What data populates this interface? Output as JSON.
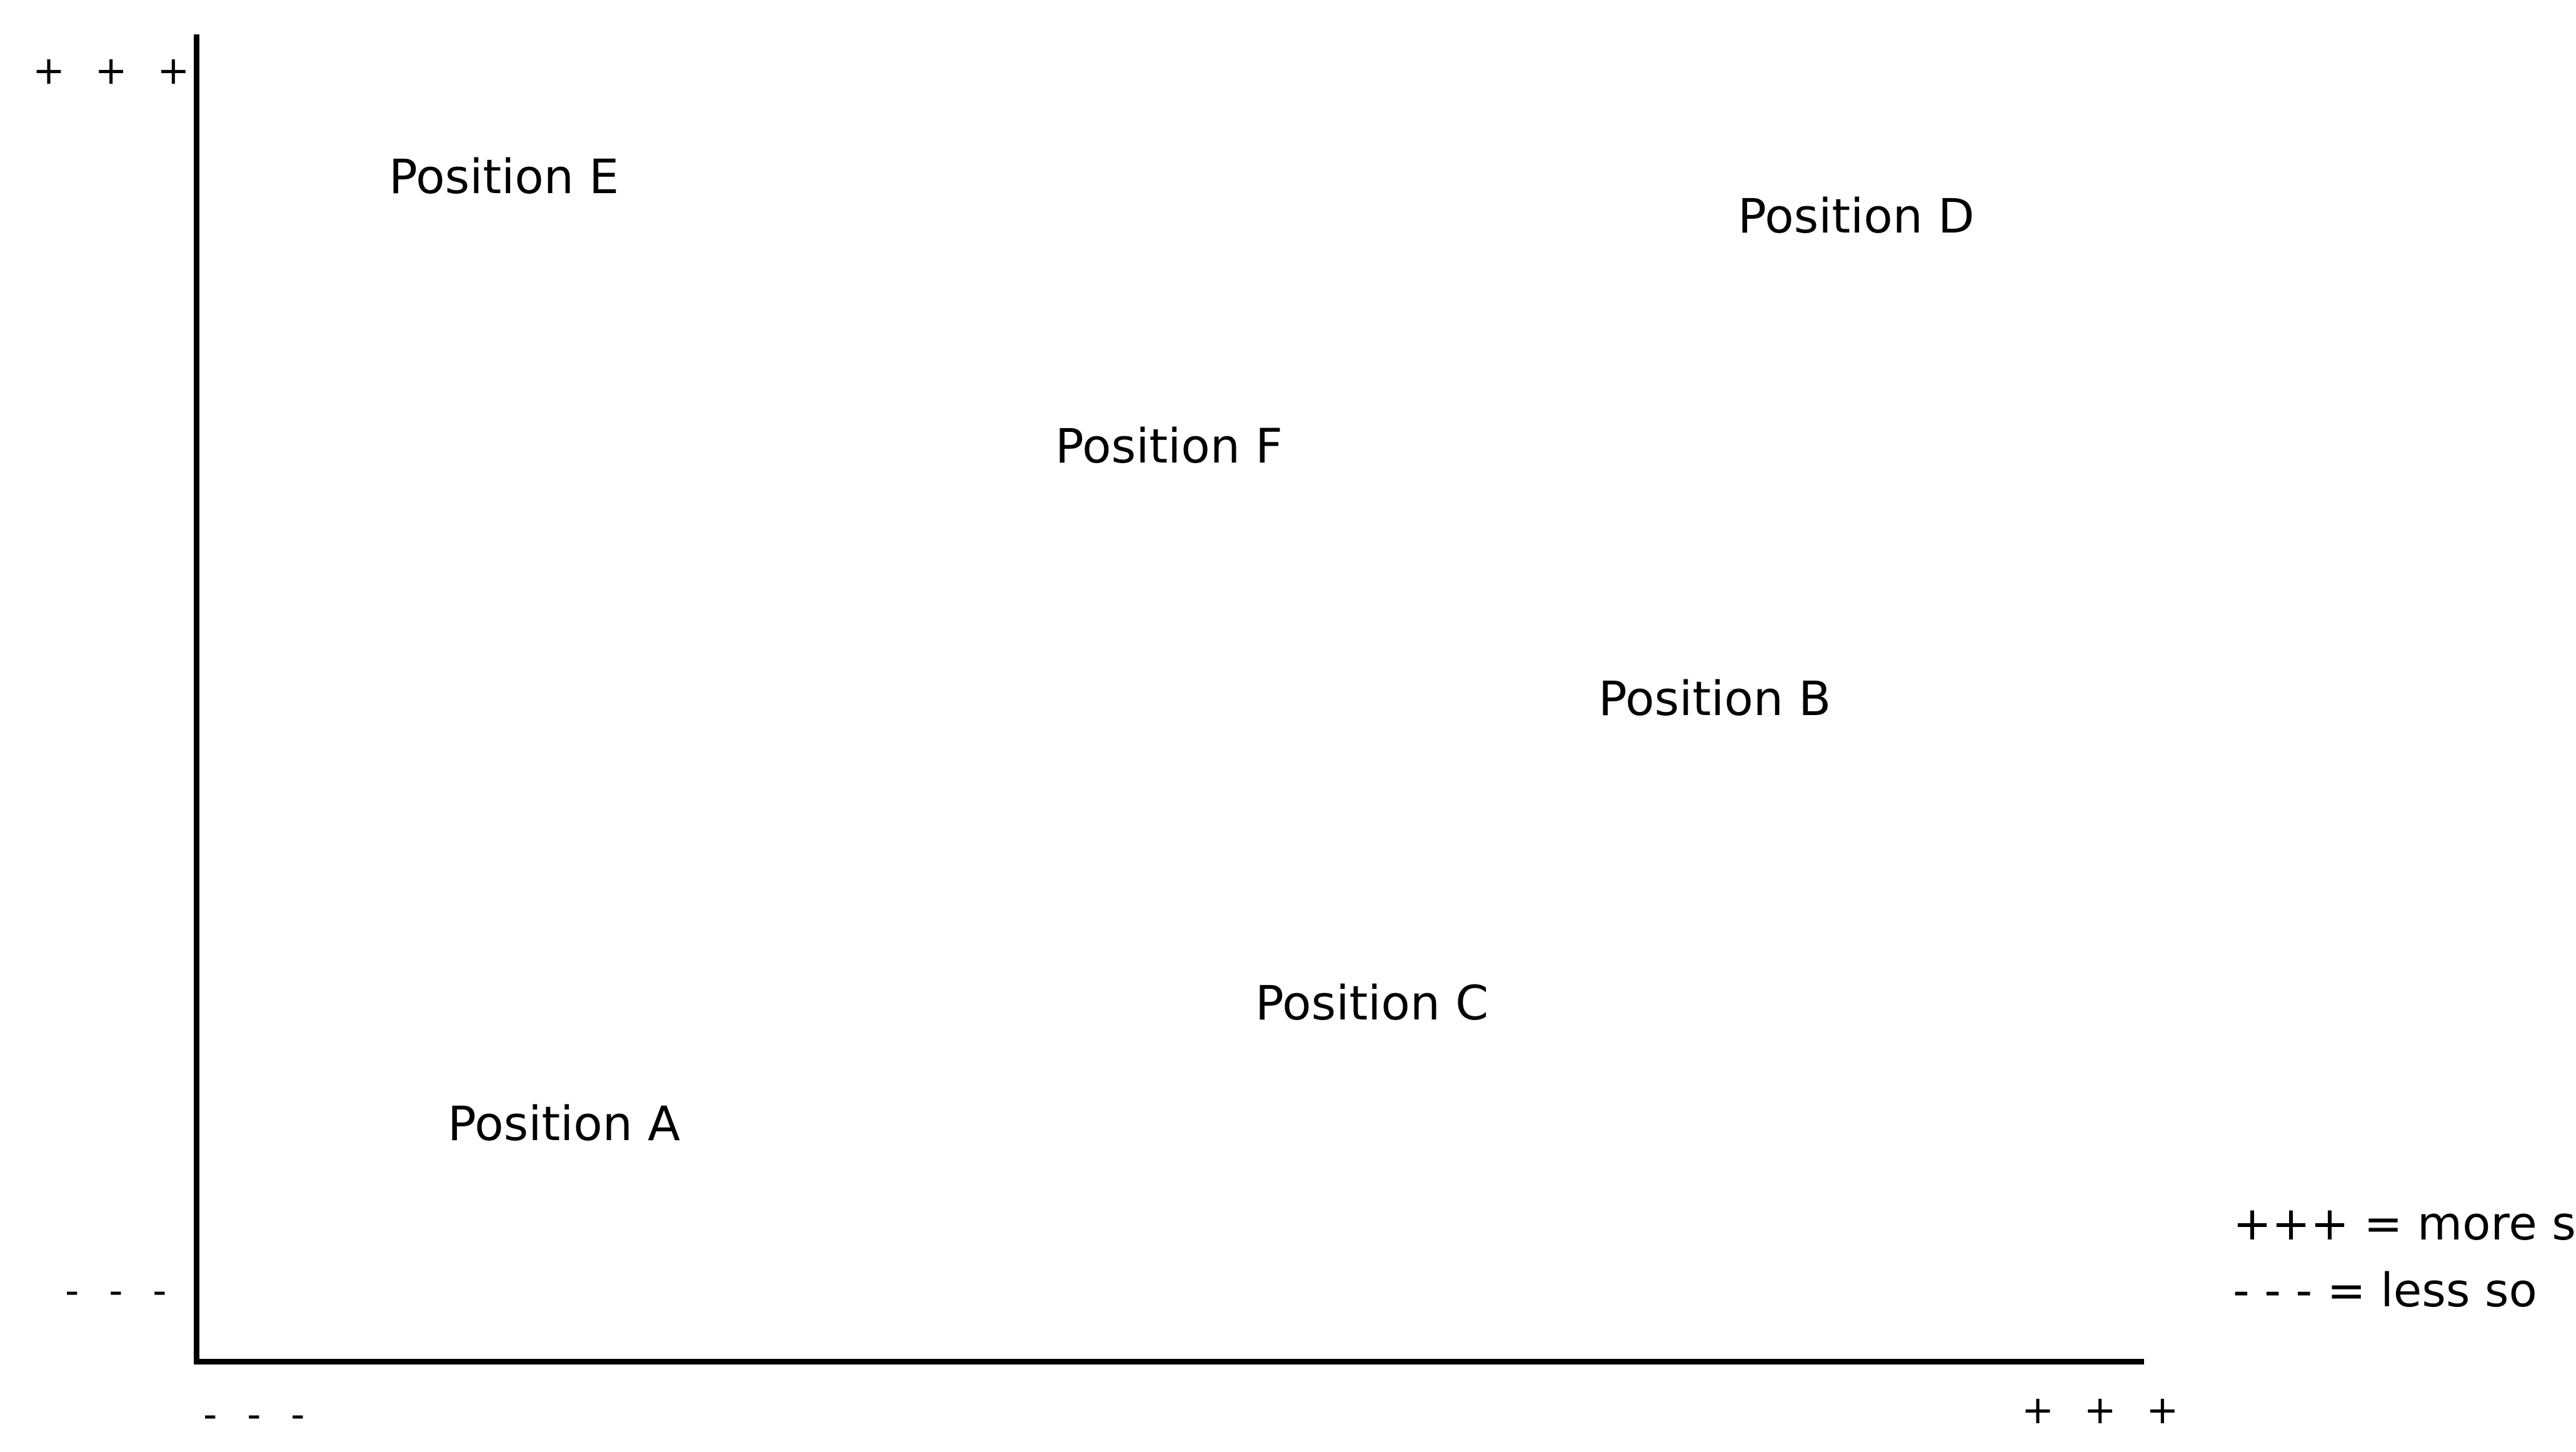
{
  "axes": {
    "y_top": "+ + +",
    "y_bottom": "- - -",
    "x_left": "- - -",
    "x_right": "+ + +"
  },
  "positions": {
    "e": "Position E",
    "d": "Position D",
    "f": "Position F",
    "b": "Position B",
    "c": "Position C",
    "a": "Position A"
  },
  "legend": {
    "more": "+++ = more so",
    "less": "- - - = less so"
  }
}
